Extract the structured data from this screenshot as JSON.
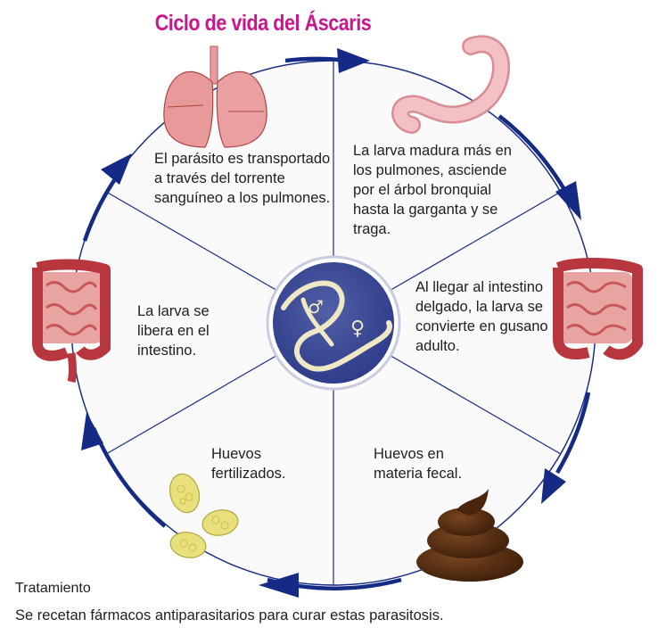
{
  "title": "Ciclo de vida del Áscaris",
  "stages": {
    "lungs_text": "El parásito es transportado a través del torrente sanguíneo a los pulmones.",
    "stomach_text": "La larva madura más en los pulmones, asciende por el árbol bronquial hasta la garganta y se traga.",
    "intestine_right_text": "Al llegar al intestino delgado, la larva se convierte en gusano adulto.",
    "feces_text": "Huevos en materia fecal.",
    "eggs_text": "Huevos fertilizados.",
    "intestine_left_text": "La larva se libera en el intestino."
  },
  "center": {
    "male_symbol": "♂",
    "female_symbol": "♀"
  },
  "footer": {
    "heading": "Tratamiento",
    "text": "Se recetan fármacos antiparasitarios para curar estas parasitosis."
  },
  "colors": {
    "title": "#c8168f",
    "circle_line": "#1a2e86",
    "arrow": "#142a84",
    "center_fill": "#3a4798",
    "worm": "#efe8c4",
    "intestine": "#b8373f",
    "lungs": "#e89a9a",
    "stomach": "#f3b8b8",
    "feces": "#5a2c12",
    "eggs": "#e8e07a"
  },
  "icons": [
    "lungs-icon",
    "stomach-icon",
    "intestine-icon",
    "feces-icon",
    "eggs-icon",
    "worms-icon"
  ]
}
